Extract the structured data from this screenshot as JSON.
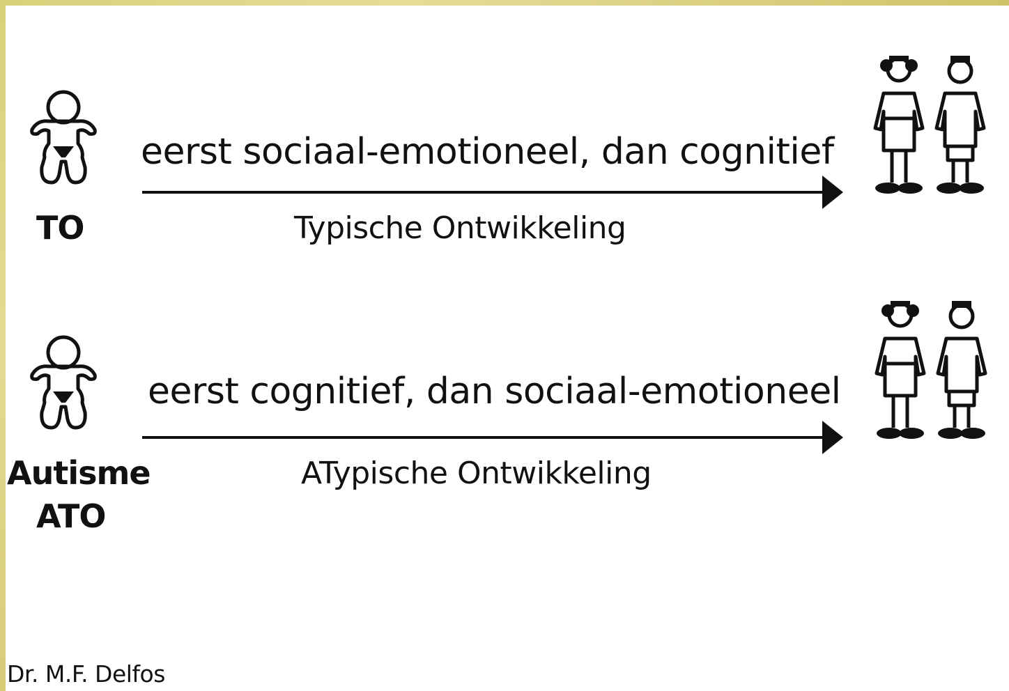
{
  "rows": [
    {
      "label_lines": [
        "TO"
      ],
      "arrow_text": "eerst sociaal-emotioneel, dan cognitief",
      "sub_text": "Typische Ontwikkeling",
      "start_icon": "baby-icon",
      "end_icon": "children-icon"
    },
    {
      "label_lines": [
        "Autisme",
        "ATO"
      ],
      "arrow_text": "eerst cognitief, dan sociaal-emotioneel",
      "sub_text": "ATypische Ontwikkeling",
      "start_icon": "baby-icon",
      "end_icon": "children-icon"
    }
  ],
  "author": "Dr. M.F. Delfos",
  "colors": {
    "frame": "#d8d07a",
    "ink": "#111111",
    "background": "#ffffff"
  }
}
